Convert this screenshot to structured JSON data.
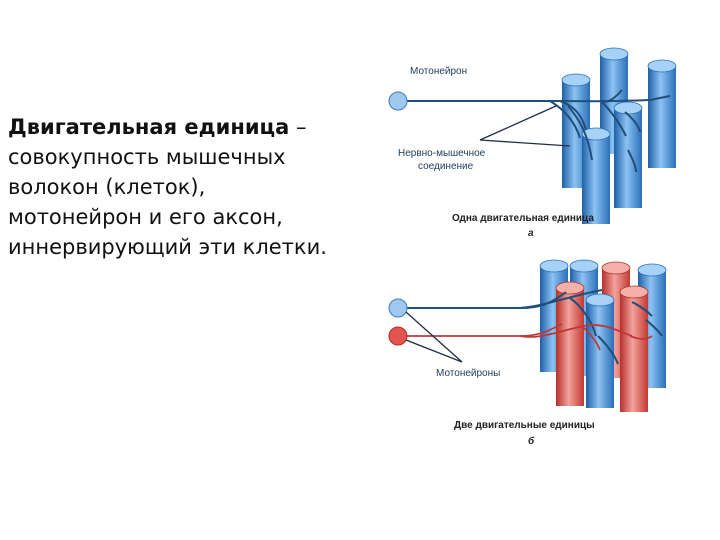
{
  "slide": {
    "term": "Двигательная единица",
    "dash": " – ",
    "definition_line1": "совокупность мышечных",
    "definition_line2": "волокон (клеток),",
    "definition_line3": "мотонейрон и его аксон,",
    "definition_line4": "иннервирующий эти клетки."
  },
  "diagram_a": {
    "label_motoneuron": "Мотонейрон",
    "label_junction_1": "Нервно-мышечное",
    "label_junction_2": "соединение",
    "caption": "Одна двигательная единица",
    "letter": "а"
  },
  "diagram_b": {
    "label_motoneurons": "Мотонейроны",
    "caption": "Две двигательные единицы",
    "letter": "б"
  },
  "colors": {
    "blue_fiber": "#4a90d9",
    "red_fiber": "#e05550",
    "nerve": "#1f4f7a",
    "red_nerve": "#c03838"
  }
}
